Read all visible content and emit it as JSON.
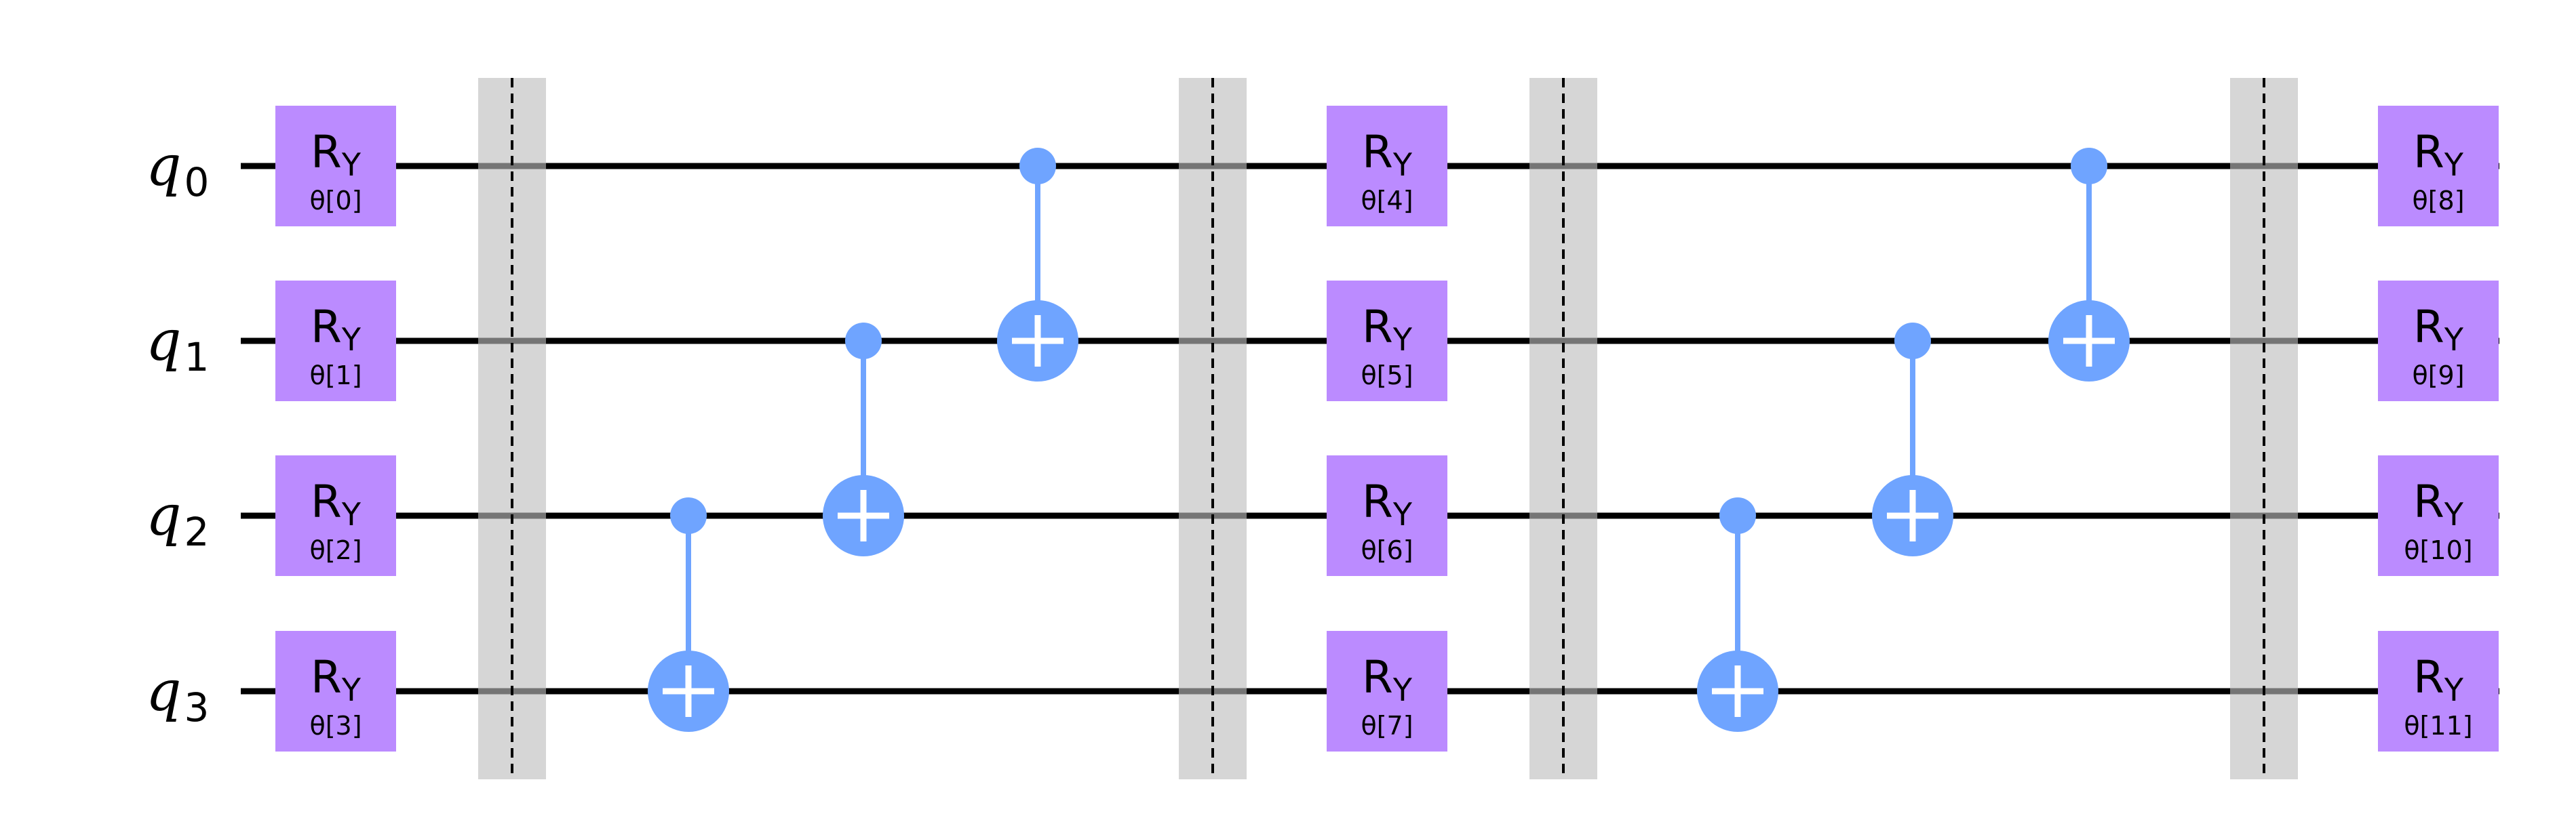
{
  "colors": {
    "wire": "#000000",
    "rotation_gate": "#bb8bff",
    "cnot": "#6fa4ff",
    "barrier": "#bdbdbd",
    "barrier_line": "#000000",
    "background": "#ffffff"
  },
  "qubits": [
    {
      "base": "q",
      "sub": "0"
    },
    {
      "base": "q",
      "sub": "1"
    },
    {
      "base": "q",
      "sub": "2"
    },
    {
      "base": "q",
      "sub": "3"
    }
  ],
  "columns": [
    {
      "kind": "rotation",
      "gates": [
        {
          "qubit": 0,
          "name": "R",
          "sub": "Y",
          "param": "θ[0]"
        },
        {
          "qubit": 1,
          "name": "R",
          "sub": "Y",
          "param": "θ[1]"
        },
        {
          "qubit": 2,
          "name": "R",
          "sub": "Y",
          "param": "θ[2]"
        },
        {
          "qubit": 3,
          "name": "R",
          "sub": "Y",
          "param": "θ[3]"
        }
      ]
    },
    {
      "kind": "barrier"
    },
    {
      "kind": "cnot",
      "control": 2,
      "target": 3
    },
    {
      "kind": "cnot",
      "control": 1,
      "target": 2
    },
    {
      "kind": "cnot",
      "control": 0,
      "target": 1
    },
    {
      "kind": "barrier"
    },
    {
      "kind": "rotation",
      "gates": [
        {
          "qubit": 0,
          "name": "R",
          "sub": "Y",
          "param": "θ[4]"
        },
        {
          "qubit": 1,
          "name": "R",
          "sub": "Y",
          "param": "θ[5]"
        },
        {
          "qubit": 2,
          "name": "R",
          "sub": "Y",
          "param": "θ[6]"
        },
        {
          "qubit": 3,
          "name": "R",
          "sub": "Y",
          "param": "θ[7]"
        }
      ]
    },
    {
      "kind": "barrier"
    },
    {
      "kind": "cnot",
      "control": 2,
      "target": 3
    },
    {
      "kind": "cnot",
      "control": 1,
      "target": 2
    },
    {
      "kind": "cnot",
      "control": 0,
      "target": 1
    },
    {
      "kind": "barrier"
    },
    {
      "kind": "rotation",
      "gates": [
        {
          "qubit": 0,
          "name": "R",
          "sub": "Y",
          "param": "θ[8]"
        },
        {
          "qubit": 1,
          "name": "R",
          "sub": "Y",
          "param": "θ[9]"
        },
        {
          "qubit": 2,
          "name": "R",
          "sub": "Y",
          "param": "θ[10]"
        },
        {
          "qubit": 3,
          "name": "R",
          "sub": "Y",
          "param": "θ[11]"
        }
      ]
    }
  ]
}
